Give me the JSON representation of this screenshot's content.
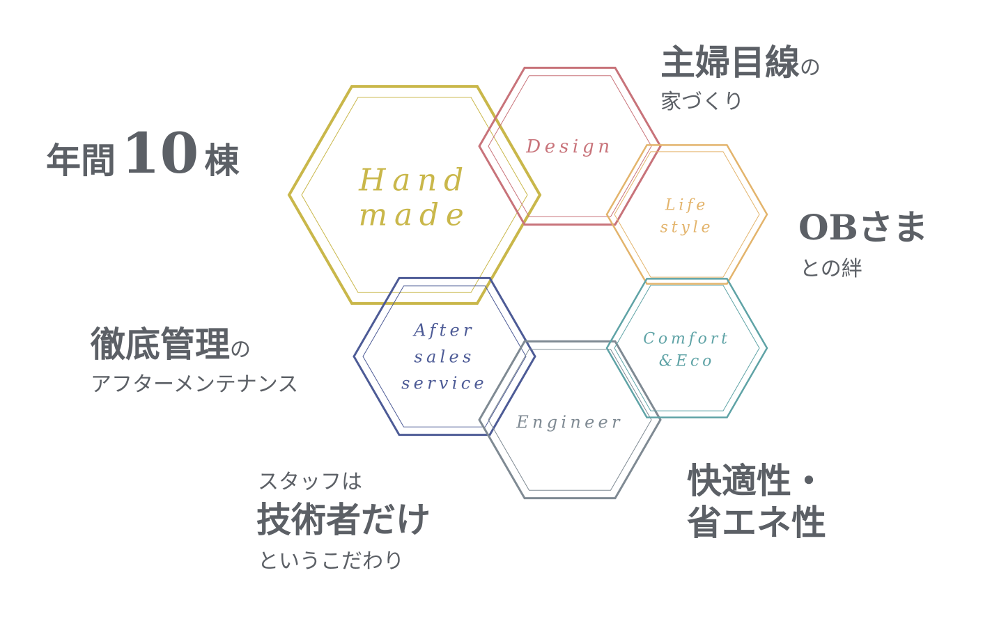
{
  "hexagons": [
    {
      "id": "handmade",
      "lines": [
        "Hand",
        "made"
      ],
      "color": "#c9b74a"
    },
    {
      "id": "design",
      "lines": [
        "Design"
      ],
      "color": "#c8737a"
    },
    {
      "id": "lifestyle",
      "lines": [
        "Life",
        "style"
      ],
      "color": "#e3b46c"
    },
    {
      "id": "aftersales",
      "lines": [
        "After",
        "sales",
        "service"
      ],
      "color": "#4d5b96"
    },
    {
      "id": "engineer",
      "lines": [
        "Engineer"
      ],
      "color": "#7f8a93"
    },
    {
      "id": "comforteco",
      "lines": [
        "Comfort",
        "&Eco"
      ],
      "color": "#5fa3a6"
    }
  ],
  "features": {
    "annual_count": {
      "prefix": "年間",
      "number": "10",
      "suffix": "棟"
    },
    "housewife": {
      "main": "主婦目線",
      "particle": "の",
      "sub": "家づくり"
    },
    "ob": {
      "main": "OBさま",
      "sub": "との絆"
    },
    "maintenance": {
      "main": "徹底管理",
      "particle": "の",
      "sub": "アフターメンテナンス"
    },
    "staff": {
      "top": "スタッフは",
      "main": "技術者だけ",
      "sub": "というこだわり"
    },
    "comfort": {
      "line1": "快適性・",
      "line2": "省エネ性"
    }
  },
  "colors": {
    "text": "#5c6066",
    "background": "#ffffff"
  }
}
